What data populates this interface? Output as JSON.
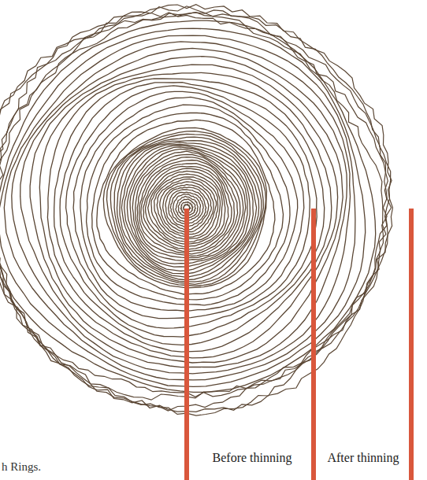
{
  "diagram": {
    "labels": [
      "h Rings.",
      "Before thinning",
      "After thinning"
    ]
  }
}
